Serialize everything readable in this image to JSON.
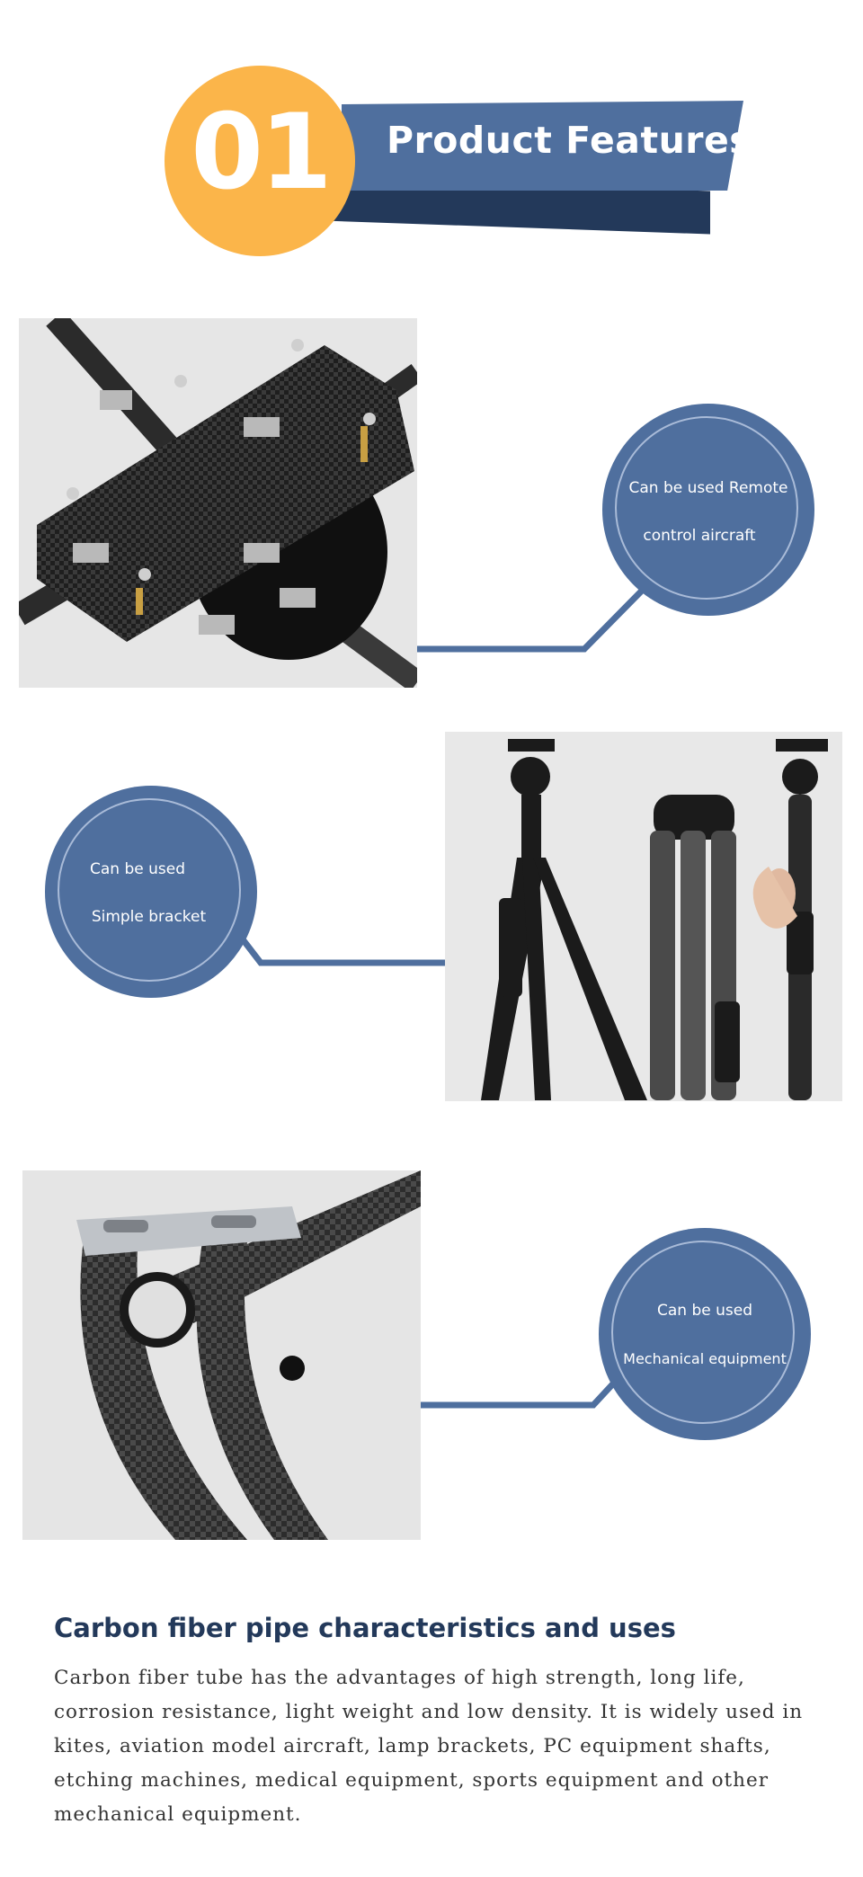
{
  "header": {
    "number": "01",
    "title": "Product Features"
  },
  "features": [
    {
      "line1": "Can be used Remote",
      "line2": "control aircraft",
      "image": "quadcopter-frame"
    },
    {
      "line1": "Can be used",
      "line2": "Simple bracket",
      "image": "tripods"
    },
    {
      "line1": "Can be used",
      "line2": "Mechanical equipment",
      "image": "tube-clamp"
    }
  ],
  "section": {
    "heading": "Carbon fiber pipe characteristics and uses",
    "body": "Carbon fiber tube has the advantages of high strength, long life, corrosion resistance, light weight and low density. It is widely used in kites, aviation model aircraft, lamp brackets, PC equipment shafts, etching machines, medical equipment, sports equipment and other mechanical equipment."
  },
  "colors": {
    "accent_orange": "#fbb54a",
    "accent_blue": "#4f6f9e",
    "dark_navy": "#23395a"
  }
}
